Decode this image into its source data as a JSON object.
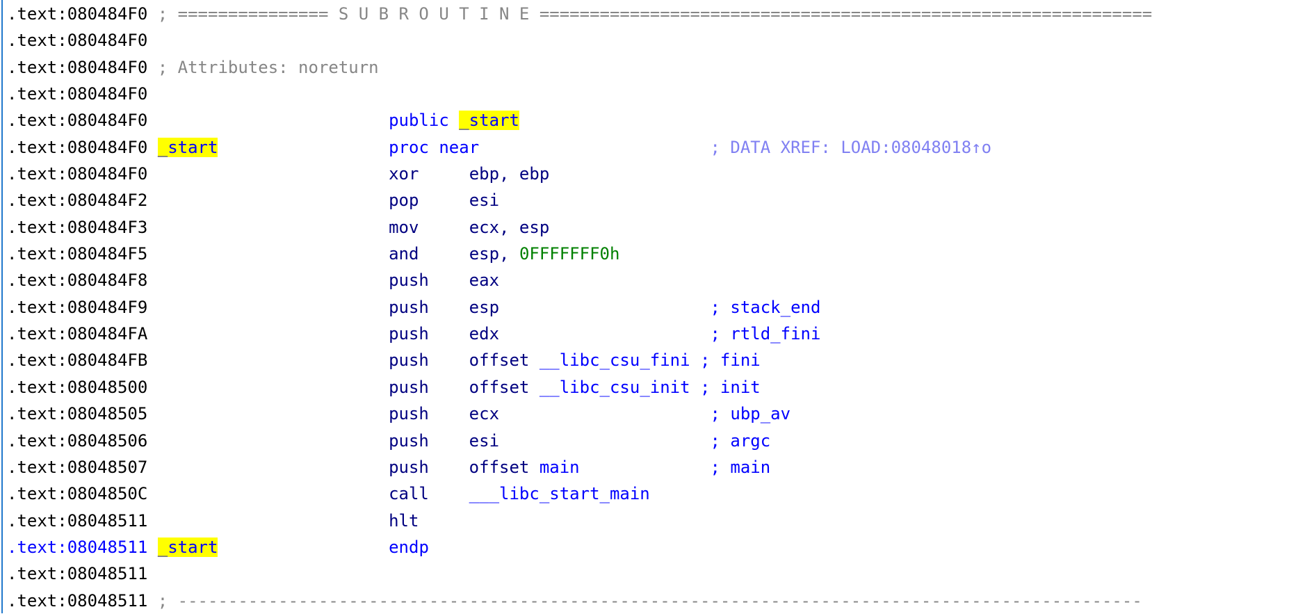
{
  "view": {
    "kind": "disassembly-listing",
    "section": ".text",
    "function": "_start",
    "highlighted_identifier": "_start"
  },
  "colors": {
    "background": "#ffffff",
    "left_border": "#2178cc",
    "address": "#000000",
    "address_current_line": "#0000ff",
    "banner_comment": "#868686",
    "keyword": "#0000ff",
    "instruction": "#000080",
    "number_literal": "#008000",
    "symbol_name": "#0000ff",
    "auto_comment": "#0000ff",
    "xref_comment": "#8080f2",
    "identifier_highlight": "#ffff00"
  },
  "listing": {
    "lines": [
      {
        "segments": [
          {
            "col": 0,
            "t": ".text:080484F0",
            "role": "addr",
            "name": "address-label",
            "inter": true
          },
          {
            "col": 15,
            "t": "; =============== S U B R O U T I N E =============================================================",
            "role": "gray",
            "name": "subroutine-banner-comment",
            "inter": false
          }
        ]
      },
      {
        "segments": [
          {
            "col": 0,
            "t": ".text:080484F0",
            "role": "addr",
            "name": "address-label",
            "inter": true
          }
        ]
      },
      {
        "segments": [
          {
            "col": 0,
            "t": ".text:080484F0",
            "role": "addr",
            "name": "address-label",
            "inter": true
          },
          {
            "col": 15,
            "t": "; Attributes: noreturn",
            "role": "gray",
            "name": "attributes-comment",
            "inter": false
          }
        ]
      },
      {
        "segments": [
          {
            "col": 0,
            "t": ".text:080484F0",
            "role": "addr",
            "name": "address-label",
            "inter": true
          }
        ]
      },
      {
        "segments": [
          {
            "col": 0,
            "t": ".text:080484F0",
            "role": "addr",
            "name": "address-label",
            "inter": true
          },
          {
            "col": 38,
            "t": "public",
            "role": "kw",
            "name": "keyword-public",
            "inter": true
          },
          {
            "col": 45,
            "t": "_start",
            "role": "nameref",
            "hl": true,
            "name": "symbol-start",
            "inter": true
          }
        ]
      },
      {
        "segments": [
          {
            "col": 0,
            "t": ".text:080484F0",
            "role": "addr",
            "name": "address-label",
            "inter": true
          },
          {
            "col": 15,
            "t": "_start",
            "role": "nameref",
            "hl": true,
            "name": "symbol-start",
            "inter": true
          },
          {
            "col": 38,
            "t": "proc near",
            "role": "kw",
            "name": "keyword-proc-near",
            "inter": true
          },
          {
            "col": 70,
            "t": "; DATA XREF: LOAD:08048018↑o",
            "role": "xref",
            "name": "xref-comment",
            "inter": true
          }
        ]
      },
      {
        "segments": [
          {
            "col": 0,
            "t": ".text:080484F0",
            "role": "addr",
            "name": "address-label",
            "inter": true
          },
          {
            "col": 38,
            "t": "xor",
            "role": "code",
            "name": "mnemonic",
            "inter": true
          },
          {
            "col": 46,
            "t": "ebp, ebp",
            "role": "code",
            "name": "operand",
            "inter": true
          }
        ]
      },
      {
        "segments": [
          {
            "col": 0,
            "t": ".text:080484F2",
            "role": "addr",
            "name": "address-label",
            "inter": true
          },
          {
            "col": 38,
            "t": "pop",
            "role": "code",
            "name": "mnemonic",
            "inter": true
          },
          {
            "col": 46,
            "t": "esi",
            "role": "code",
            "name": "operand",
            "inter": true
          }
        ]
      },
      {
        "segments": [
          {
            "col": 0,
            "t": ".text:080484F3",
            "role": "addr",
            "name": "address-label",
            "inter": true
          },
          {
            "col": 38,
            "t": "mov",
            "role": "code",
            "name": "mnemonic",
            "inter": true
          },
          {
            "col": 46,
            "t": "ecx, esp",
            "role": "code",
            "name": "operand",
            "inter": true
          }
        ]
      },
      {
        "segments": [
          {
            "col": 0,
            "t": ".text:080484F5",
            "role": "addr",
            "name": "address-label",
            "inter": true
          },
          {
            "col": 38,
            "t": "and",
            "role": "code",
            "name": "mnemonic",
            "inter": true
          },
          {
            "col": 46,
            "t": "esp, ",
            "role": "code",
            "name": "operand",
            "inter": true
          },
          {
            "col": 51,
            "t": "0FFFFFFF0h",
            "role": "num",
            "name": "number-literal",
            "inter": true
          }
        ]
      },
      {
        "segments": [
          {
            "col": 0,
            "t": ".text:080484F8",
            "role": "addr",
            "name": "address-label",
            "inter": true
          },
          {
            "col": 38,
            "t": "push",
            "role": "code",
            "name": "mnemonic",
            "inter": true
          },
          {
            "col": 46,
            "t": "eax",
            "role": "code",
            "name": "operand",
            "inter": true
          }
        ]
      },
      {
        "segments": [
          {
            "col": 0,
            "t": ".text:080484F9",
            "role": "addr",
            "name": "address-label",
            "inter": true
          },
          {
            "col": 38,
            "t": "push",
            "role": "code",
            "name": "mnemonic",
            "inter": true
          },
          {
            "col": 46,
            "t": "esp",
            "role": "code",
            "name": "operand",
            "inter": true
          },
          {
            "col": 70,
            "t": "; stack_end",
            "role": "cmt",
            "name": "auto-comment",
            "inter": false
          }
        ]
      },
      {
        "segments": [
          {
            "col": 0,
            "t": ".text:080484FA",
            "role": "addr",
            "name": "address-label",
            "inter": true
          },
          {
            "col": 38,
            "t": "push",
            "role": "code",
            "name": "mnemonic",
            "inter": true
          },
          {
            "col": 46,
            "t": "edx",
            "role": "code",
            "name": "operand",
            "inter": true
          },
          {
            "col": 70,
            "t": "; rtld_fini",
            "role": "cmt",
            "name": "auto-comment",
            "inter": false
          }
        ]
      },
      {
        "segments": [
          {
            "col": 0,
            "t": ".text:080484FB",
            "role": "addr",
            "name": "address-label",
            "inter": true
          },
          {
            "col": 38,
            "t": "push",
            "role": "code",
            "name": "mnemonic",
            "inter": true
          },
          {
            "col": 46,
            "t": "offset",
            "role": "code",
            "name": "keyword-offset",
            "inter": true
          },
          {
            "col": 53,
            "t": "__libc_csu_fini",
            "role": "nameref",
            "name": "symbol-libc-csu-fini",
            "inter": true
          },
          {
            "col": 69,
            "t": "; fini",
            "role": "cmt",
            "name": "auto-comment",
            "inter": false
          }
        ]
      },
      {
        "segments": [
          {
            "col": 0,
            "t": ".text:08048500",
            "role": "addr",
            "name": "address-label",
            "inter": true
          },
          {
            "col": 38,
            "t": "push",
            "role": "code",
            "name": "mnemonic",
            "inter": true
          },
          {
            "col": 46,
            "t": "offset",
            "role": "code",
            "name": "keyword-offset",
            "inter": true
          },
          {
            "col": 53,
            "t": "__libc_csu_init",
            "role": "nameref",
            "name": "symbol-libc-csu-init",
            "inter": true
          },
          {
            "col": 69,
            "t": "; init",
            "role": "cmt",
            "name": "auto-comment",
            "inter": false
          }
        ]
      },
      {
        "segments": [
          {
            "col": 0,
            "t": ".text:08048505",
            "role": "addr",
            "name": "address-label",
            "inter": true
          },
          {
            "col": 38,
            "t": "push",
            "role": "code",
            "name": "mnemonic",
            "inter": true
          },
          {
            "col": 46,
            "t": "ecx",
            "role": "code",
            "name": "operand",
            "inter": true
          },
          {
            "col": 70,
            "t": "; ubp_av",
            "role": "cmt",
            "name": "auto-comment",
            "inter": false
          }
        ]
      },
      {
        "segments": [
          {
            "col": 0,
            "t": ".text:08048506",
            "role": "addr",
            "name": "address-label",
            "inter": true
          },
          {
            "col": 38,
            "t": "push",
            "role": "code",
            "name": "mnemonic",
            "inter": true
          },
          {
            "col": 46,
            "t": "esi",
            "role": "code",
            "name": "operand",
            "inter": true
          },
          {
            "col": 70,
            "t": "; argc",
            "role": "cmt",
            "name": "auto-comment",
            "inter": false
          }
        ]
      },
      {
        "segments": [
          {
            "col": 0,
            "t": ".text:08048507",
            "role": "addr",
            "name": "address-label",
            "inter": true
          },
          {
            "col": 38,
            "t": "push",
            "role": "code",
            "name": "mnemonic",
            "inter": true
          },
          {
            "col": 46,
            "t": "offset",
            "role": "code",
            "name": "keyword-offset",
            "inter": true
          },
          {
            "col": 53,
            "t": "main",
            "role": "nameref",
            "name": "symbol-main",
            "inter": true
          },
          {
            "col": 70,
            "t": "; main",
            "role": "cmt",
            "name": "auto-comment",
            "inter": false
          }
        ]
      },
      {
        "segments": [
          {
            "col": 0,
            "t": ".text:0804850C",
            "role": "addr",
            "name": "address-label",
            "inter": true
          },
          {
            "col": 38,
            "t": "call",
            "role": "code",
            "name": "mnemonic",
            "inter": true
          },
          {
            "col": 46,
            "t": "___libc_start_main",
            "role": "nameref",
            "name": "symbol-libc-start-main",
            "inter": true
          }
        ]
      },
      {
        "segments": [
          {
            "col": 0,
            "t": ".text:08048511",
            "role": "addr",
            "name": "address-label",
            "inter": true
          },
          {
            "col": 38,
            "t": "hlt",
            "role": "code",
            "name": "mnemonic",
            "inter": true
          }
        ]
      },
      {
        "segments": [
          {
            "col": 0,
            "t": ".text:08048511",
            "role": "addr-cur",
            "name": "address-label-current",
            "inter": true
          },
          {
            "col": 15,
            "t": "_start",
            "role": "nameref",
            "hl": true,
            "name": "symbol-start",
            "inter": true
          },
          {
            "col": 38,
            "t": "endp",
            "role": "kw",
            "name": "keyword-endp",
            "inter": true
          }
        ]
      },
      {
        "segments": [
          {
            "col": 0,
            "t": ".text:08048511",
            "role": "addr",
            "name": "address-label",
            "inter": true
          }
        ]
      },
      {
        "segments": [
          {
            "col": 0,
            "t": ".text:08048511",
            "role": "addr",
            "name": "address-label",
            "inter": true
          },
          {
            "col": 15,
            "t": "; ------------------------------------------------------------------------------------------------",
            "role": "gray",
            "name": "separator-comment",
            "inter": false
          }
        ]
      }
    ]
  }
}
